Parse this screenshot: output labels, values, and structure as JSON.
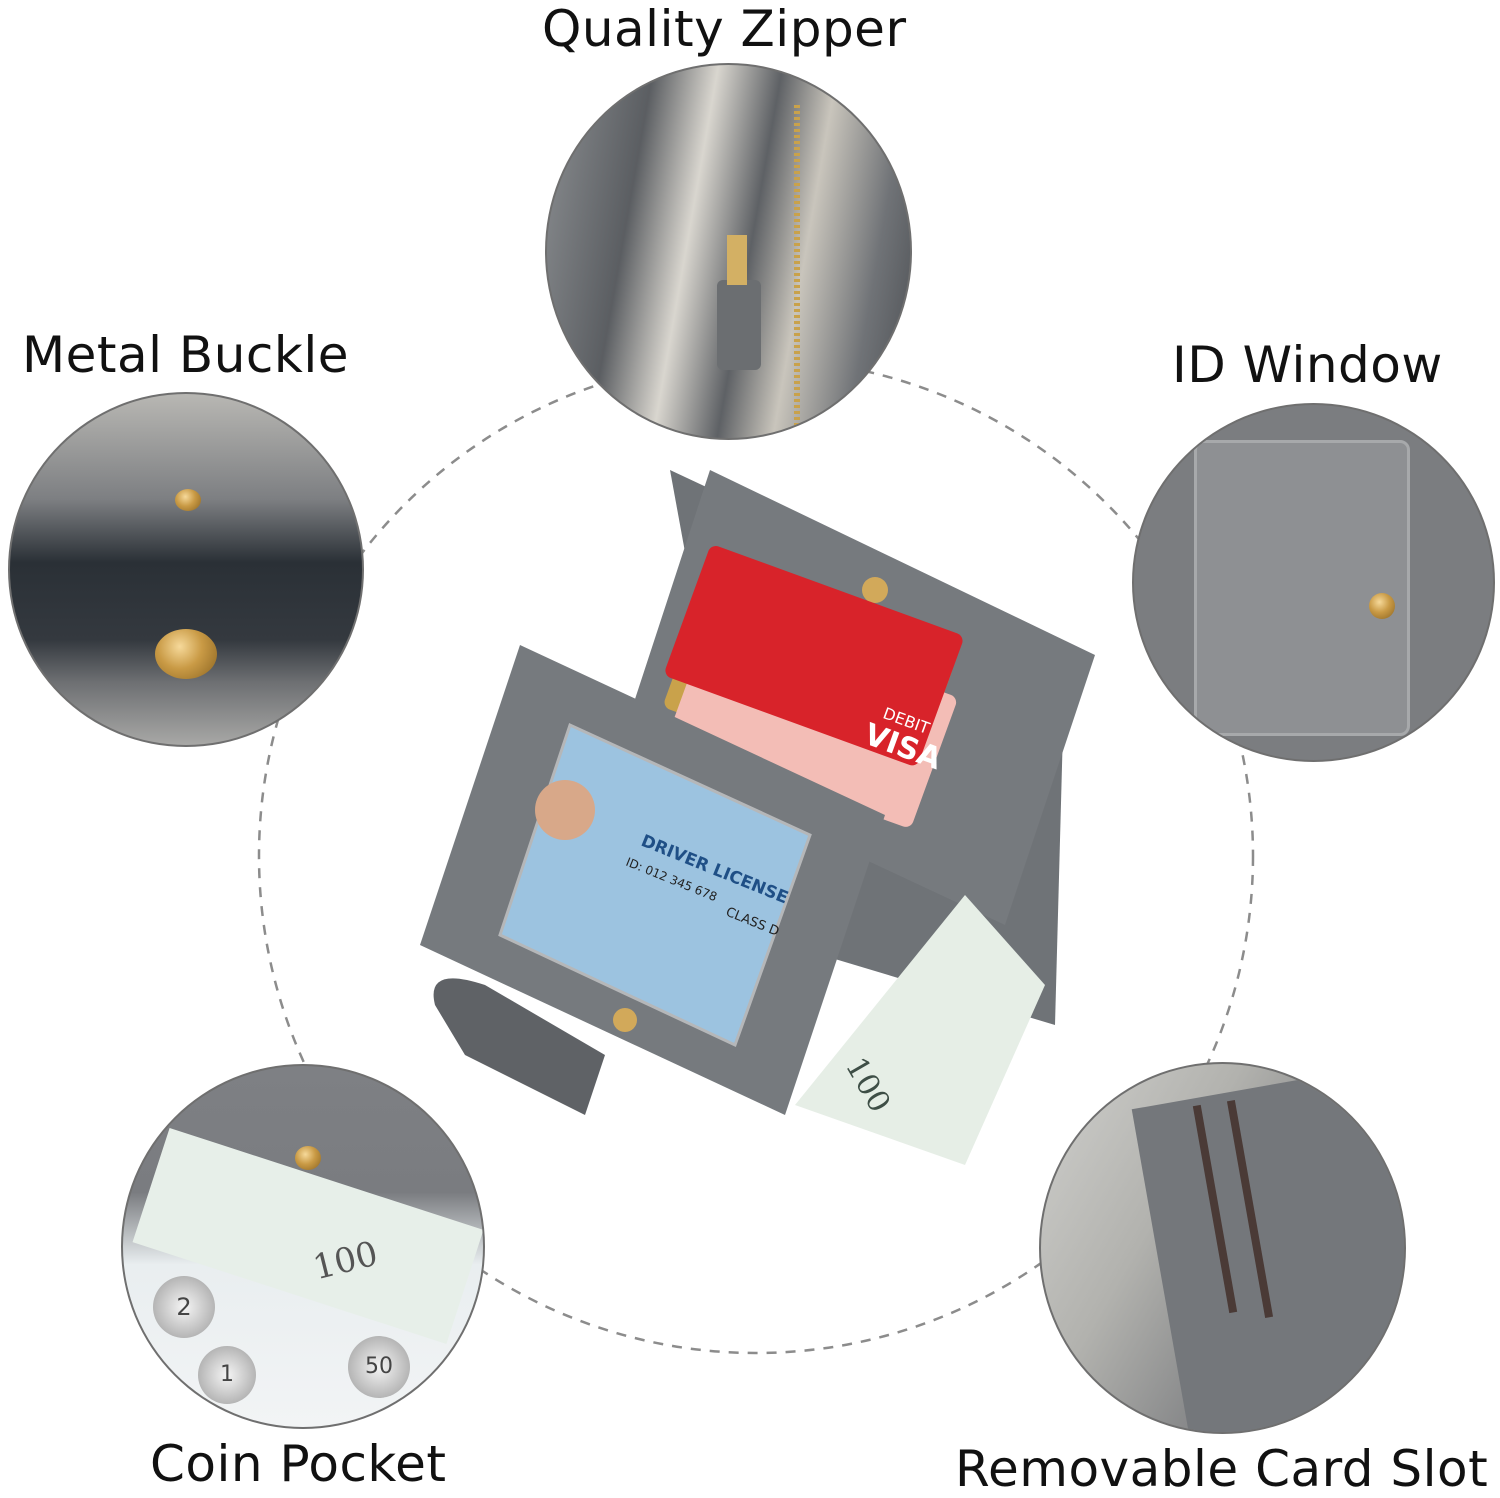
{
  "features": {
    "quality_zipper": "Quality Zipper",
    "metal_buckle": "Metal Buckle",
    "id_window": "ID Window",
    "coin_pocket": "Coin Pocket",
    "removable_card_slot": "Removable Card Slot"
  },
  "wallet": {
    "debit_card_text": "DEBIT",
    "card_brand": "VISA",
    "license_title": "DRIVER LICENSE",
    "license_class": "CLASS D",
    "license_id": "ID: 012 345 678",
    "bill_value": "100",
    "coin_value_1": "2",
    "coin_value_2": "1",
    "coin_value_3": "50"
  },
  "colors": {
    "wallet_gray": "#6f7377",
    "card_red": "#d8232a",
    "card_gold": "#c9a24b",
    "card_pink": "#f3bdb6",
    "license_blue": "#9cc3e0"
  },
  "icons": {
    "snap_button": "snap-button-icon",
    "zipper_pull": "zipper-pull-icon"
  }
}
